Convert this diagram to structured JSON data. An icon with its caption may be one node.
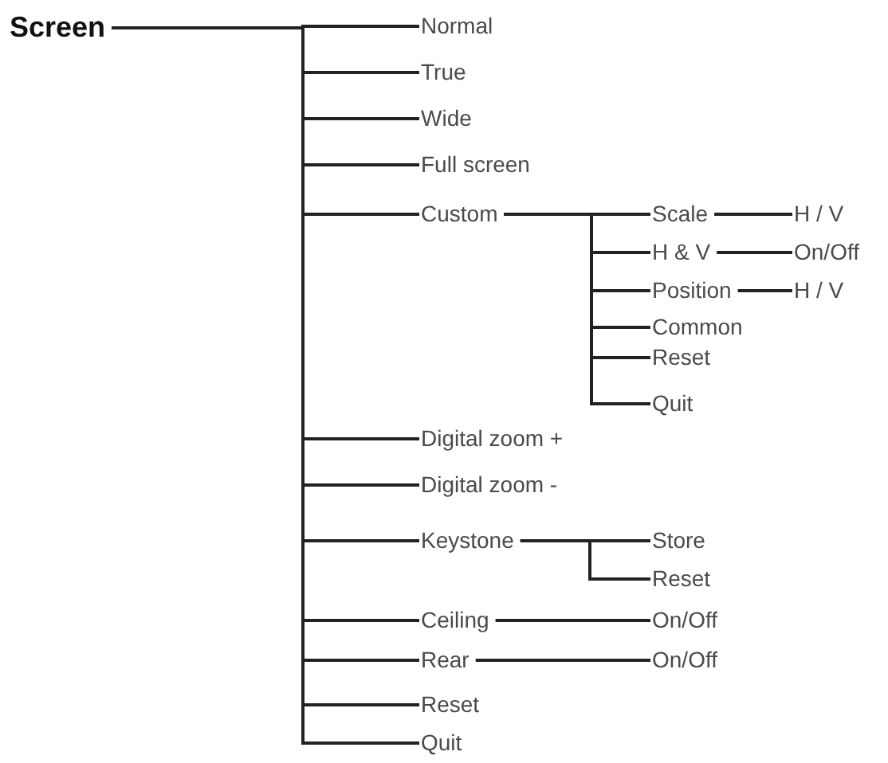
{
  "diagram": {
    "nodes": [
      {
        "text": [
          "Screen"
        ]
      },
      {
        "text": [
          "Normal"
        ]
      },
      {
        "text": [
          "True"
        ]
      },
      {
        "text": [
          "Wide"
        ]
      },
      {
        "text": [
          "Full screen"
        ]
      },
      {
        "text": [
          "Custom"
        ]
      },
      {
        "text": [
          "Scale"
        ]
      },
      {
        "text": [
          "H / V"
        ]
      },
      {
        "text": [
          "H & V"
        ]
      },
      {
        "text": [
          "On/Off"
        ]
      },
      {
        "text": [
          "Position"
        ]
      },
      {
        "text": [
          "H / V"
        ]
      },
      {
        "text": [
          "Common"
        ]
      },
      {
        "text": [
          "Reset"
        ]
      },
      {
        "text": [
          "Quit"
        ]
      },
      {
        "text": [
          "Digital zoom +"
        ]
      },
      {
        "text": [
          "Digital zoom -"
        ]
      },
      {
        "text": [
          "Keystone"
        ]
      },
      {
        "text": [
          "Store"
        ]
      },
      {
        "text": [
          "Reset"
        ]
      },
      {
        "text": [
          "Ceiling"
        ]
      },
      {
        "text": [
          "On/Off"
        ]
      },
      {
        "text": [
          "Rear"
        ]
      },
      {
        "text": [
          "On/Off"
        ]
      },
      {
        "text": [
          "Reset"
        ]
      },
      {
        "text": [
          "Quit"
        ]
      }
    ],
    "edges": [
      {
        "from": 0,
        "to": 1,
        "arrow": "none"
      },
      {
        "from": 0,
        "to": 2,
        "arrow": "none"
      },
      {
        "from": 0,
        "to": 3,
        "arrow": "none"
      },
      {
        "from": 0,
        "to": 4,
        "arrow": "none"
      },
      {
        "from": 0,
        "to": 5,
        "arrow": "none"
      },
      {
        "from": 0,
        "to": 15,
        "arrow": "none"
      },
      {
        "from": 0,
        "to": 16,
        "arrow": "none"
      },
      {
        "from": 0,
        "to": 17,
        "arrow": "none"
      },
      {
        "from": 0,
        "to": 20,
        "arrow": "none"
      },
      {
        "from": 0,
        "to": 22,
        "arrow": "none"
      },
      {
        "from": 0,
        "to": 24,
        "arrow": "none"
      },
      {
        "from": 0,
        "to": 25,
        "arrow": "none"
      },
      {
        "from": 5,
        "to": 6,
        "arrow": "none"
      },
      {
        "from": 5,
        "to": 8,
        "arrow": "none"
      },
      {
        "from": 5,
        "to": 10,
        "arrow": "none"
      },
      {
        "from": 5,
        "to": 12,
        "arrow": "none"
      },
      {
        "from": 5,
        "to": 13,
        "arrow": "none"
      },
      {
        "from": 5,
        "to": 14,
        "arrow": "none"
      },
      {
        "from": 6,
        "to": 7,
        "arrow": "none"
      },
      {
        "from": 8,
        "to": 9,
        "arrow": "none"
      },
      {
        "from": 10,
        "to": 11,
        "arrow": "none"
      },
      {
        "from": 17,
        "to": 18,
        "arrow": "none"
      },
      {
        "from": 17,
        "to": 19,
        "arrow": "none"
      },
      {
        "from": 20,
        "to": 21,
        "arrow": "none"
      },
      {
        "from": 22,
        "to": 23,
        "arrow": "none"
      }
    ]
  }
}
